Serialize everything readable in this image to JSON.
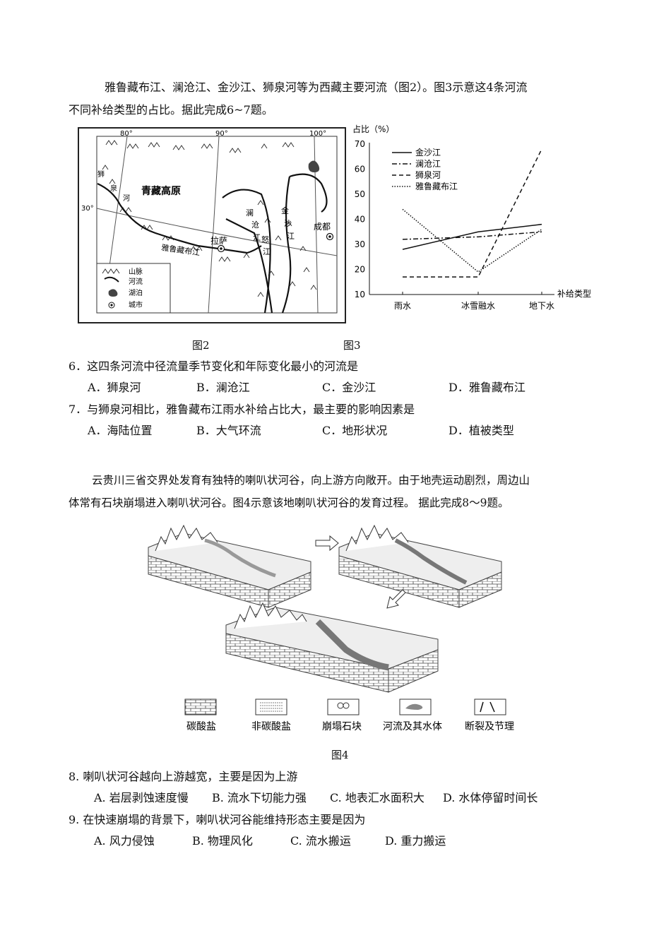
{
  "passage1": {
    "line1": "雅鲁藏布江、澜沧江、金沙江、狮泉河等为西藏主要河流（图2）。图3示意这4条河流",
    "line2": "不同补给类型的占比。据此完成6~7题。"
  },
  "map": {
    "lon_labels": [
      "80°",
      "90°",
      "100°"
    ],
    "lat_label": "30°",
    "region": "青藏高原",
    "rivers": [
      "狮泉河",
      "雅鲁藏布江",
      "澜沧江",
      "金沙江",
      "怒江"
    ],
    "cities": [
      "拉萨",
      "成都"
    ],
    "legend": [
      "山脉",
      "河流",
      "湖泊",
      "城市"
    ],
    "caption": "图2"
  },
  "chart_data": {
    "type": "line",
    "ylabel": "占比（%）",
    "xlabel": "补给类型",
    "categories": [
      "雨水",
      "冰雪融水",
      "地下水"
    ],
    "ylim": [
      10,
      70
    ],
    "yticks": [
      10,
      20,
      30,
      40,
      50,
      60,
      70
    ],
    "series": [
      {
        "name": "金沙江",
        "style": "solid",
        "values": [
          28,
          35,
          38
        ]
      },
      {
        "name": "澜沧江",
        "style": "dashdot",
        "values": [
          32,
          33,
          35
        ]
      },
      {
        "name": "狮泉河",
        "style": "dashed",
        "values": [
          17,
          17,
          68
        ]
      },
      {
        "name": "雅鲁藏布江",
        "style": "dotted",
        "values": [
          44,
          19,
          36
        ]
      }
    ],
    "caption": "图3"
  },
  "q6": {
    "stem": "6．这四条河流中径流量季节变化和年际变化最小的河流是",
    "options": [
      "A．狮泉河",
      "B．澜沧江",
      "C．金沙江",
      "D．雅鲁藏布江"
    ]
  },
  "q7": {
    "stem": "7．与狮泉河相比，雅鲁藏布江雨水补给占比大，最主要的影响因素是",
    "options": [
      "A．海陆位置",
      "B．大气环流",
      "C．地形状况",
      "D．植被类型"
    ]
  },
  "passage2": {
    "line1": "云贵川三省交界处发育有独特的喇叭状河谷，向上游方向敞开。由于地壳运动剧烈，周边山",
    "line2": "体常有石块崩塌进入喇叭状河谷。图4示意该地喇叭状河谷的发育过程。 据此完成8～9题。"
  },
  "fig4": {
    "legend": [
      "碳酸盐",
      "非碳酸盐",
      "崩塌石块",
      "河流及其水体",
      "断裂及节理"
    ],
    "caption": "图4"
  },
  "q8": {
    "stem": "8. 喇叭状河谷越向上游越宽，主要是因为上游",
    "options": [
      "A. 岩层剥蚀速度慢",
      "B. 流水下切能力强",
      "C. 地表汇水面积大",
      "D. 水体停留时间长"
    ]
  },
  "q9": {
    "stem": "9. 在快速崩塌的背景下，喇叭状河谷能维持形态主要是因为",
    "options": [
      "A. 风力侵蚀",
      "B. 物理风化",
      "C. 流水搬运",
      "D. 重力搬运"
    ]
  }
}
